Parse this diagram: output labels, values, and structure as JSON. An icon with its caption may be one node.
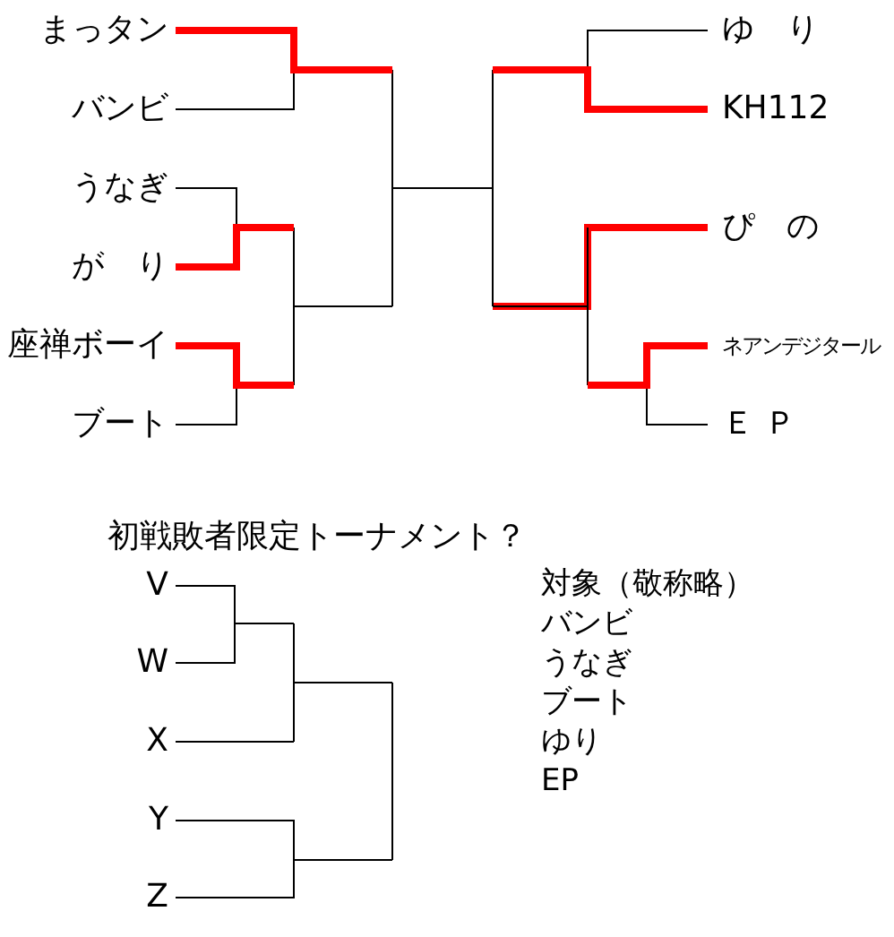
{
  "diagram": {
    "title": "初戦敗者限定トーナメント？",
    "nodes": [
      {
        "text": [
          "まっタン"
        ]
      },
      {
        "text": [
          "バンビ"
        ]
      },
      {
        "text": [
          "うなぎ"
        ]
      },
      {
        "text": [
          "が　り"
        ]
      },
      {
        "text": [
          "座禅ボーイ"
        ]
      },
      {
        "text": [
          "ブート"
        ]
      },
      {
        "text": [
          "ゆ　り"
        ]
      },
      {
        "text": [
          "KH112"
        ]
      },
      {
        "text": [
          "ぴ　の"
        ]
      },
      {
        "text": [
          "ネアンデジタール"
        ]
      },
      {
        "text": [
          "Ｅ Ｐ"
        ]
      },
      {
        "text": [
          "V"
        ]
      },
      {
        "text": [
          "W"
        ]
      },
      {
        "text": [
          "X"
        ]
      },
      {
        "text": [
          "Y"
        ]
      },
      {
        "text": [
          "Z"
        ]
      }
    ],
    "edges": [
      {
        "from": 0,
        "to": 1,
        "arrow": "none"
      },
      {
        "from": 2,
        "to": 3,
        "arrow": "none"
      },
      {
        "from": 4,
        "to": 5,
        "arrow": "none"
      },
      {
        "from": 6,
        "to": 7,
        "arrow": "none"
      },
      {
        "from": 8,
        "to": null,
        "arrow": "none",
        "style": "thick",
        "color": "#ff0000"
      },
      {
        "from": 9,
        "to": 10,
        "arrow": "none"
      },
      {
        "from": 11,
        "to": 12,
        "arrow": "none"
      },
      {
        "from": 13,
        "to": null,
        "arrow": "none"
      },
      {
        "from": 14,
        "to": 15,
        "arrow": "none"
      }
    ],
    "labels": [
      "対象（敬称略）",
      "バンビ",
      "うなぎ",
      "ブート",
      "ゆり",
      "EP"
    ]
  }
}
